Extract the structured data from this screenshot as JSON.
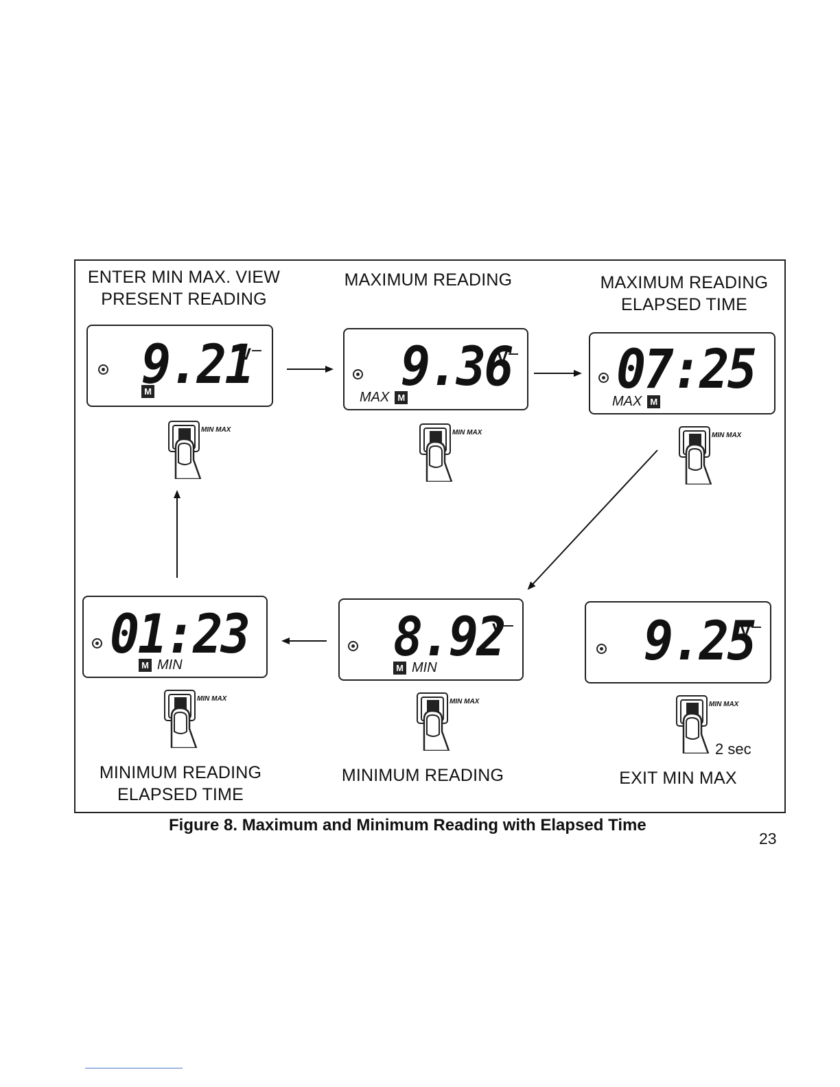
{
  "steps": [
    {
      "label": "ENTER MIN MAX. VIEW\nPRESENT READING",
      "reading": "9.21",
      "unit": "V",
      "annotation": "",
      "icon": "m-icon"
    },
    {
      "label": "MAXIMUM READING",
      "reading": "9.36",
      "unit": "V",
      "annotation": "MAX",
      "icon": "m-icon"
    },
    {
      "label": "MAXIMUM READING\nELAPSED TIME",
      "reading": "07:25",
      "unit": "",
      "annotation": "MAX",
      "icon": "m-icon"
    },
    {
      "label": "MINIMUM READING\nELAPSED TIME",
      "reading": "01:23",
      "unit": "",
      "annotation": "MIN",
      "icon": "m-icon"
    },
    {
      "label": "MINIMUM READING",
      "reading": "8.92",
      "unit": "V",
      "annotation": "MIN",
      "icon": "m-icon"
    },
    {
      "label": "EXIT MIN MAX",
      "reading": "9.25",
      "unit": "V",
      "annotation": "",
      "icon": ""
    }
  ],
  "button": {
    "key_letter": "M",
    "caption": "MIN MAX",
    "hold_text": "2 sec",
    "icon": "finger-press-icon"
  },
  "figure_caption": "Figure 8. Maximum and Minimum Reading with Elapsed Time",
  "page_number": "23"
}
